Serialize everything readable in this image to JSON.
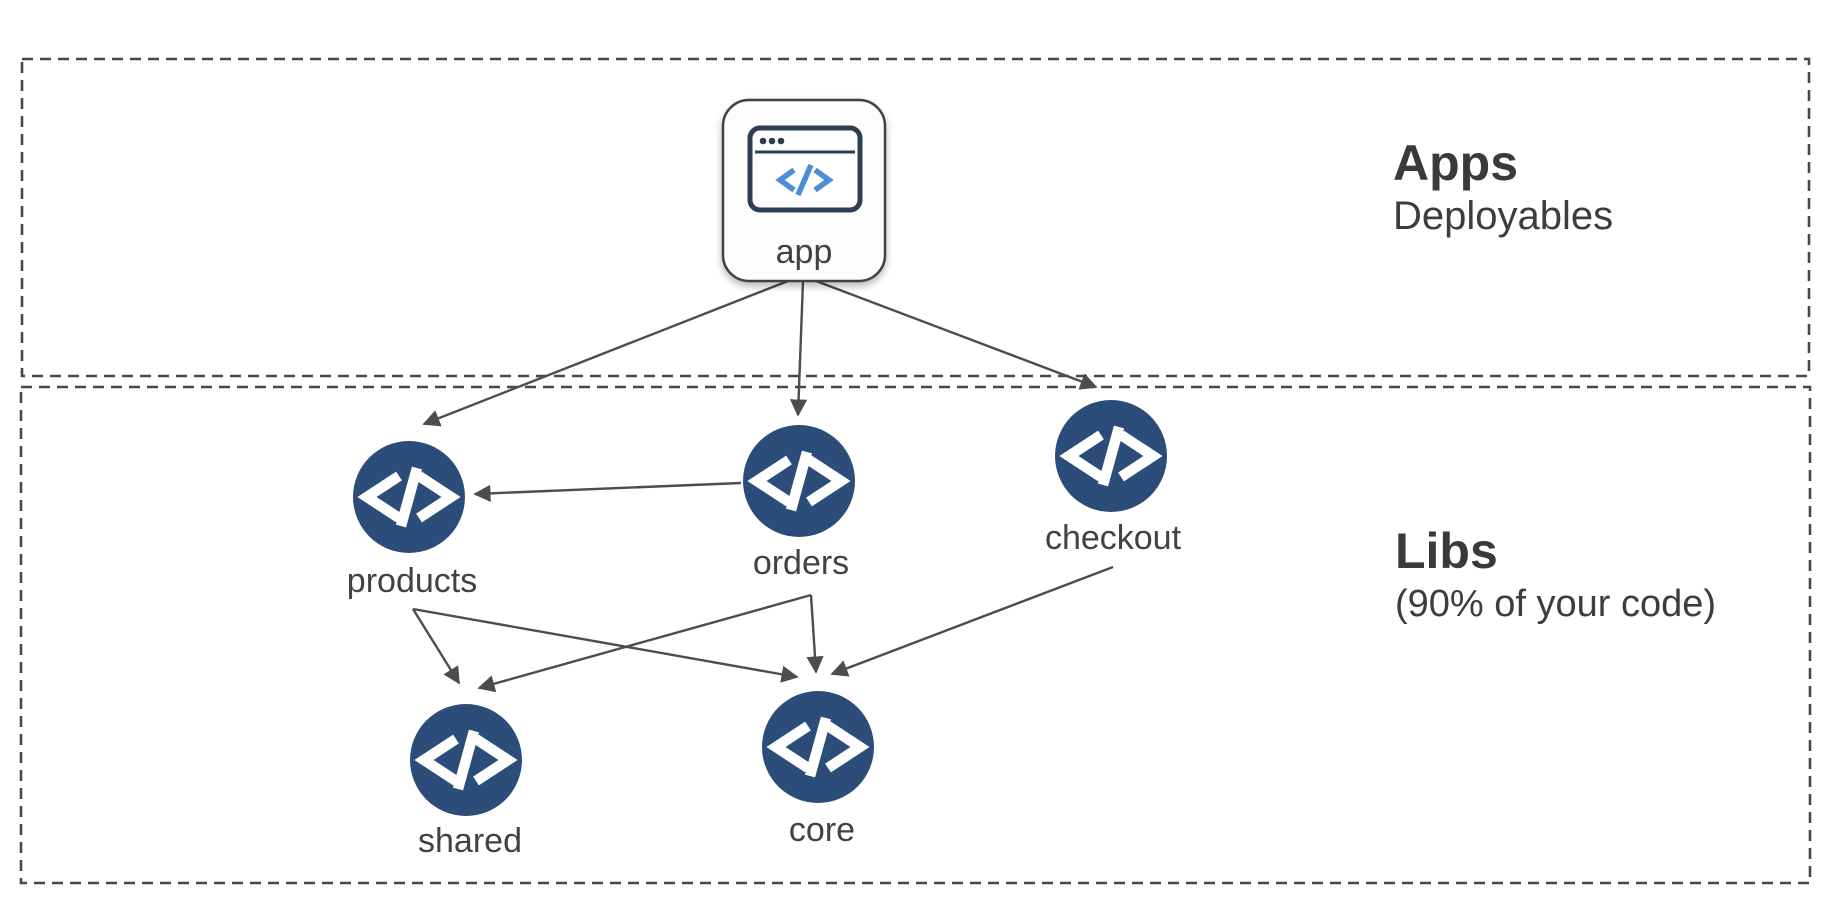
{
  "sections": {
    "apps": {
      "title": "Apps",
      "subtitle": "Deployables"
    },
    "libs": {
      "title": "Libs",
      "subtitle": "(90% of your code)"
    }
  },
  "nodes": {
    "app": {
      "label": "app",
      "section": "apps",
      "icon": "browser-code-icon"
    },
    "products": {
      "label": "products",
      "section": "libs",
      "icon": "code-icon"
    },
    "orders": {
      "label": "orders",
      "section": "libs",
      "icon": "code-icon"
    },
    "checkout": {
      "label": "checkout",
      "section": "libs",
      "icon": "code-icon"
    },
    "shared": {
      "label": "shared",
      "section": "libs",
      "icon": "code-icon"
    },
    "core": {
      "label": "core",
      "section": "libs",
      "icon": "code-icon"
    }
  },
  "edges": [
    {
      "from": "app",
      "to": "products"
    },
    {
      "from": "app",
      "to": "orders"
    },
    {
      "from": "app",
      "to": "checkout"
    },
    {
      "from": "orders",
      "to": "products"
    },
    {
      "from": "orders",
      "to": "shared"
    },
    {
      "from": "orders",
      "to": "core"
    },
    {
      "from": "products",
      "to": "shared"
    },
    {
      "from": "products",
      "to": "core"
    },
    {
      "from": "checkout",
      "to": "core"
    }
  ],
  "colors": {
    "lib_node_fill": "#2c4c79",
    "node_glyph": "#ffffff",
    "app_node_fill": "#fdfdfe",
    "app_icon_stroke": "#2d3e53",
    "app_icon_code": "#4a8fd6",
    "edge": "#4d4d4d",
    "section_border": "#484848",
    "text": "#424242"
  }
}
